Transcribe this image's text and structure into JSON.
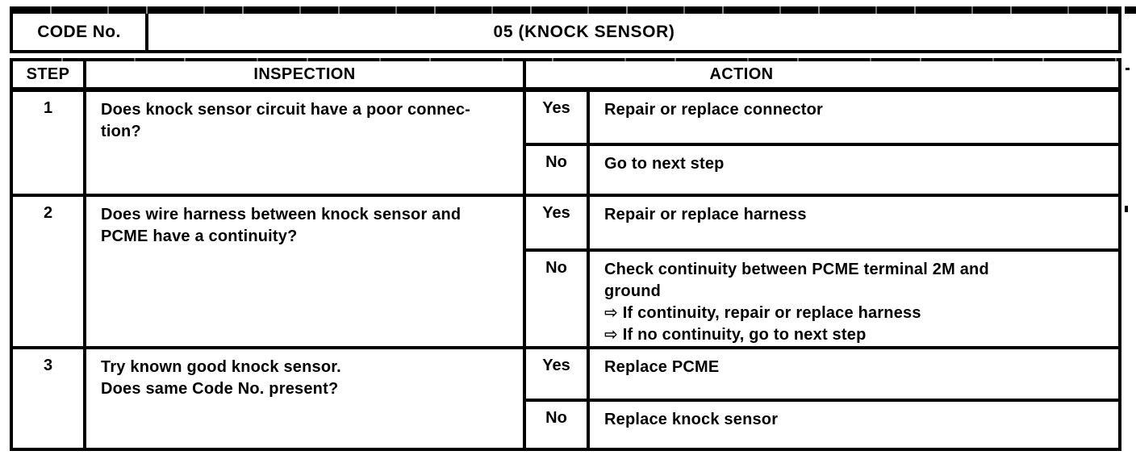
{
  "document": {
    "code_label": "CODE No.",
    "code_value": "05 (KNOCK SENSOR)",
    "headers": {
      "step": "STEP",
      "inspection": "INSPECTION",
      "action": "ACTION"
    },
    "steps": [
      {
        "number": "1",
        "inspection": "Does knock sensor circuit have a poor connec-\ntion?",
        "answers": [
          {
            "label": "Yes",
            "action": "Repair or replace connector"
          },
          {
            "label": "No",
            "action": "Go to next step"
          }
        ]
      },
      {
        "number": "2",
        "inspection": "Does wire harness between knock sensor and\nPCME have a continuity?",
        "answers": [
          {
            "label": "Yes",
            "action": "Repair or replace harness"
          },
          {
            "label": "No",
            "action": "Check continuity between PCME terminal 2M and\nground\n⇨ If continuity, repair or replace harness\n⇨ If no continuity, go to next step"
          }
        ]
      },
      {
        "number": "3",
        "inspection": "Try known good knock sensor.\nDoes same Code No. present?",
        "answers": [
          {
            "label": "Yes",
            "action": "Replace PCME"
          },
          {
            "label": "No",
            "action": "Replace knock sensor"
          }
        ]
      }
    ],
    "colors": {
      "ink": "#000000",
      "paper": "#ffffff"
    }
  }
}
